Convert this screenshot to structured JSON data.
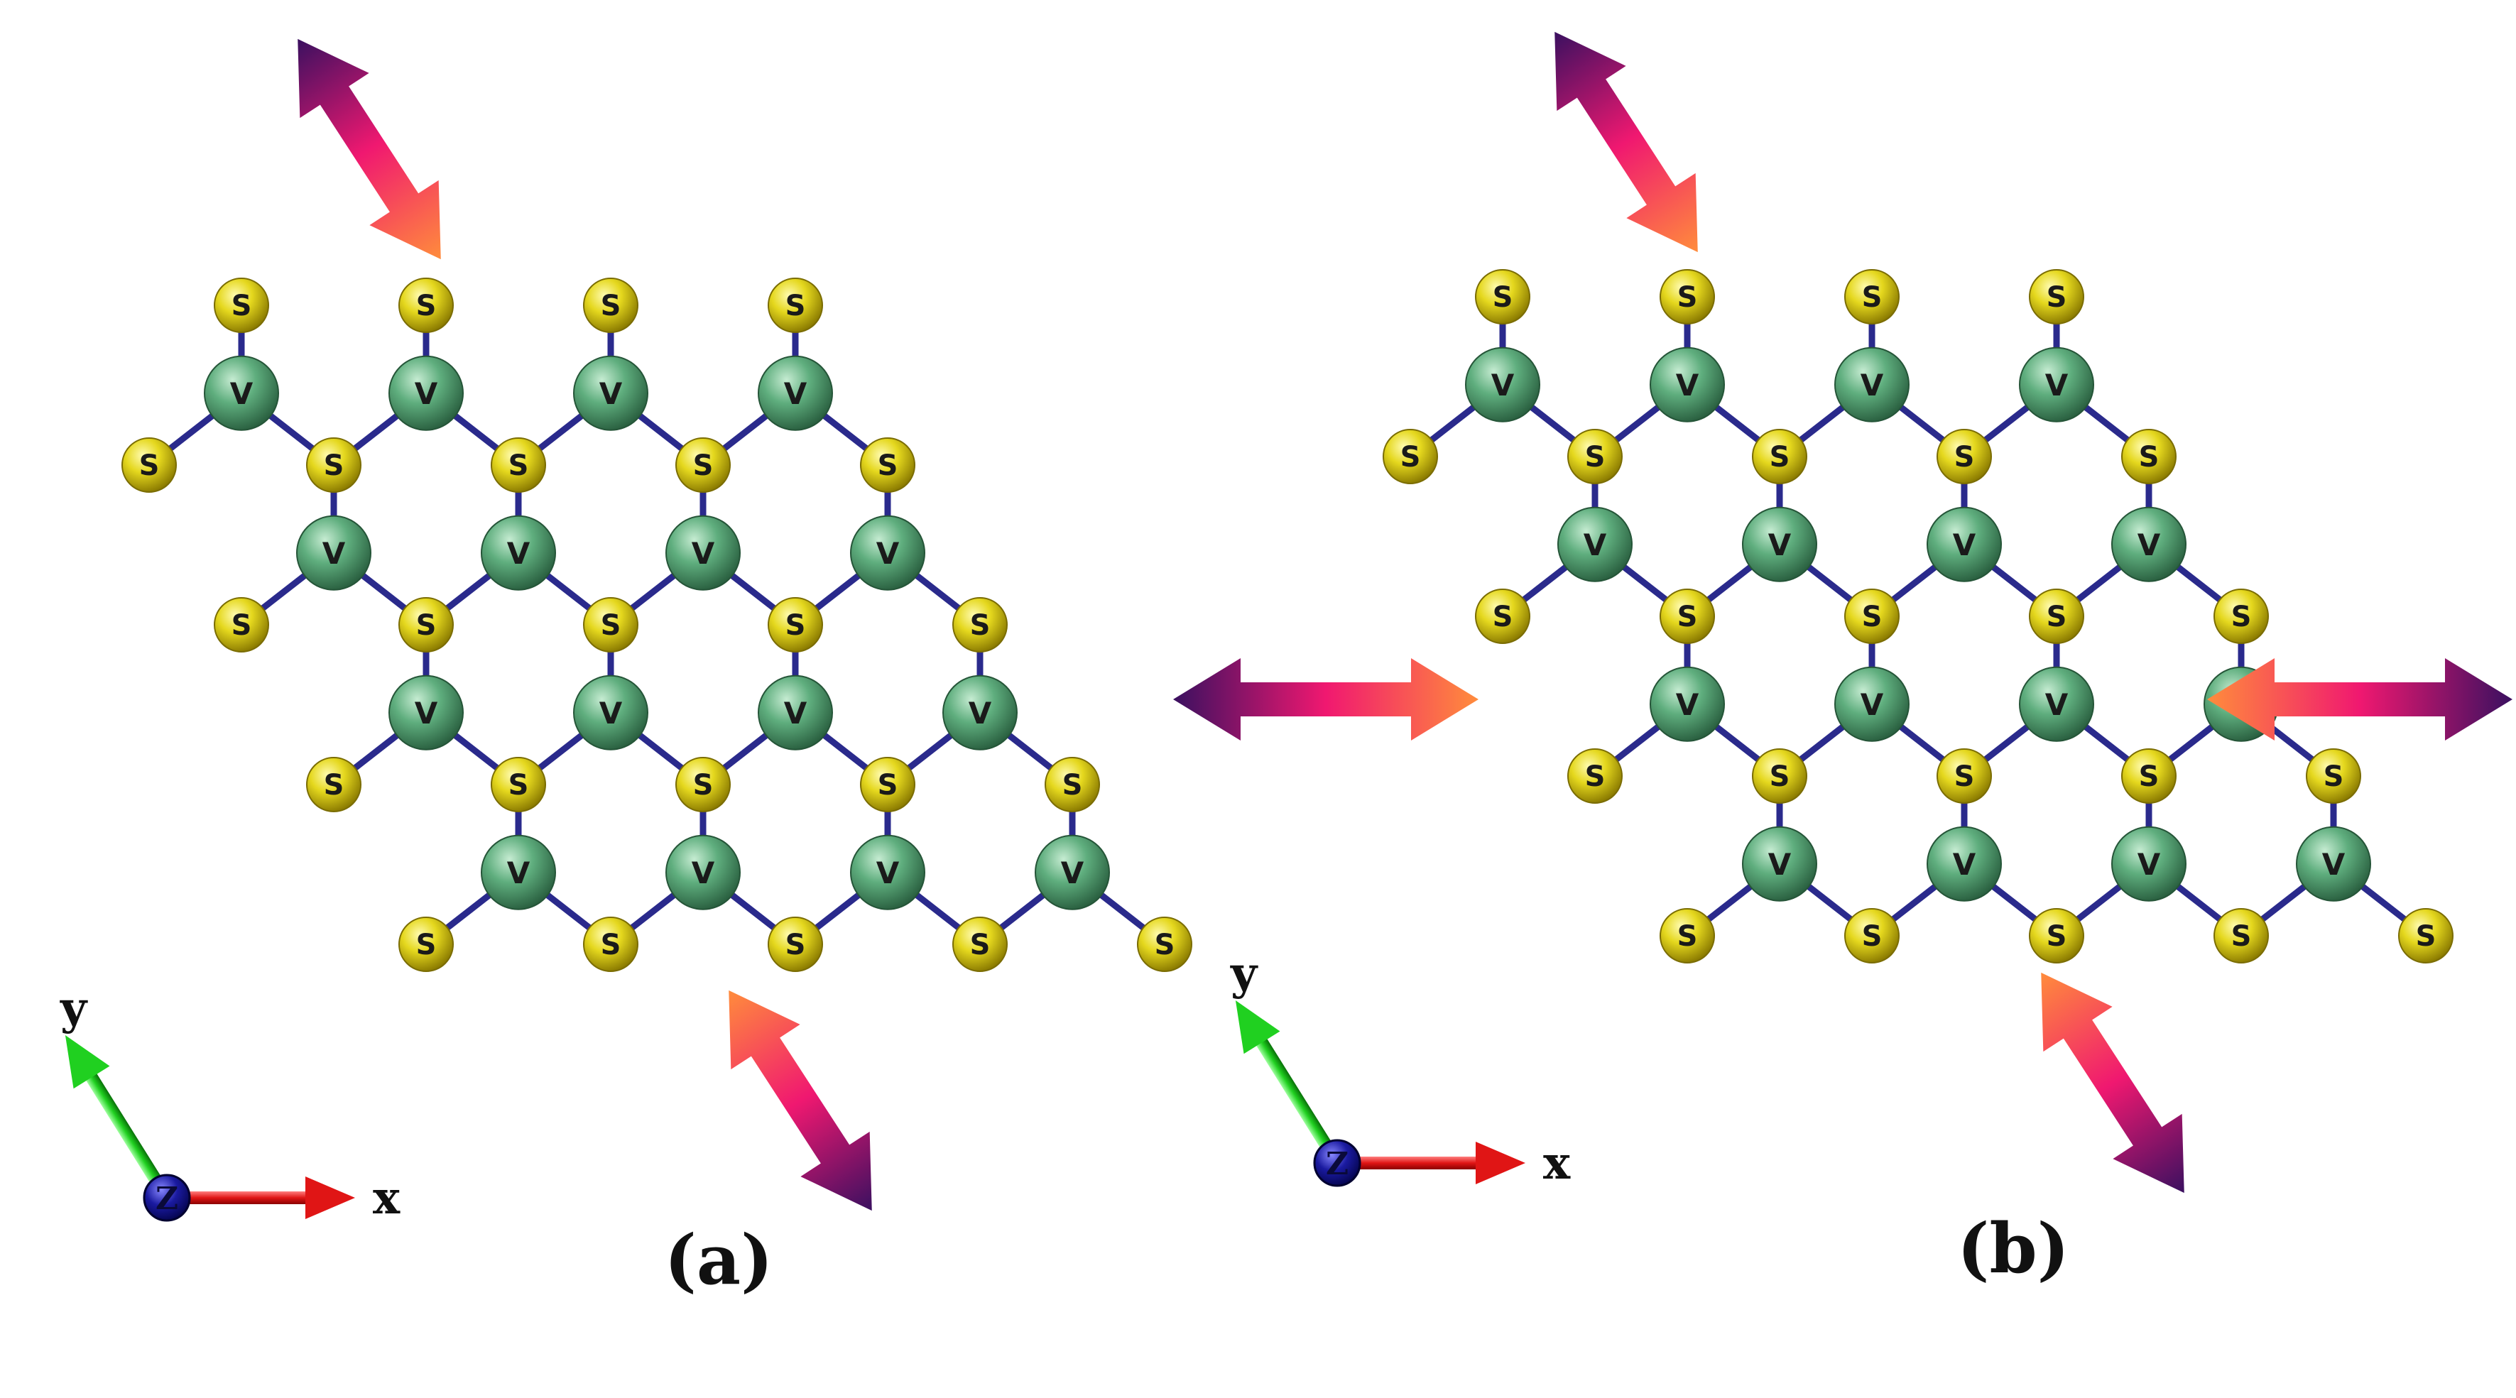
{
  "labels": {
    "sulfur": "S",
    "vanadium": "V",
    "panel_a": "(a)",
    "panel_b": "(b)",
    "axis_x": "x",
    "axis_y": "y",
    "axis_z": "Z"
  },
  "colors": {
    "sulfur": "#e0d020",
    "vanadium": "#5fae7e",
    "bond": "#2a2a8c",
    "axis_x": "#e01515",
    "axis_y": "#20d020",
    "axis_z": "#1a1aa0",
    "arrow_hot": "#f01870",
    "arrow_warm": "#ff8c3c",
    "arrow_dark": "#3a1060"
  }
}
